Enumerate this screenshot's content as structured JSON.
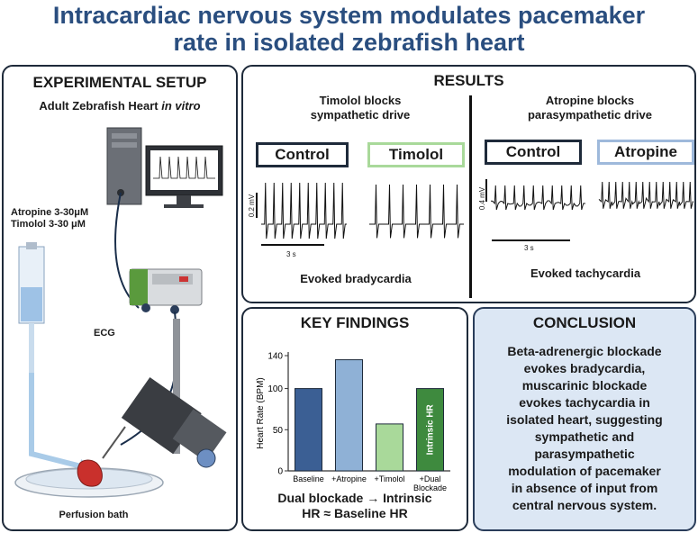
{
  "title_line1": "Intracardiac nervous system modulates pacemaker",
  "title_line2": "rate in isolated zebrafish heart",
  "setup": {
    "header": "EXPERIMENTAL SETUP",
    "subtitle_a": "Adult Zebrafish Heart ",
    "subtitle_b": "in vitro",
    "drug1": "Atropine 3-30μM",
    "drug2": "Timolol 3-30 μM",
    "ecg": "ECG",
    "bath": "Perfusion bath"
  },
  "results": {
    "header": "RESULTS",
    "left_title1": "Timolol blocks",
    "left_title2": "sympathetic drive",
    "right_title1": "Atropine blocks",
    "right_title2": "parasympathetic drive",
    "control": "Control",
    "timolol": "Timolol",
    "atropine": "Atropine",
    "scale_left": "0.2 mV",
    "scale_right": "0.4 mV",
    "time_scale": "3 s",
    "evoked_left": "Evoked bradycardia",
    "evoked_right": "Evoked tachycardia"
  },
  "findings": {
    "header": "KEY FINDINGS",
    "summary1": "Dual blockade → Intrinsic",
    "summary2": "HR ≈ Baseline HR",
    "intrinsic_label": "Intrinsic HR"
  },
  "chart_data": {
    "type": "bar",
    "ylabel": "Heart Rate (BPM)",
    "ylim": [
      0,
      140
    ],
    "yticks": [
      "0",
      "50",
      "100",
      "140"
    ],
    "categories": [
      "Baseline",
      "+Atropine",
      "+Timolol",
      "+Dual Blockade"
    ],
    "values": [
      100,
      135,
      57,
      100
    ],
    "colors": [
      "#3b5f94",
      "#8fb1d6",
      "#a9d99a",
      "#3e8a3e"
    ]
  },
  "conclusion": {
    "header": "CONCLUSION",
    "lines": [
      "Beta-adrenergic blockade",
      "evokes bradycardia,",
      "muscarinic blockade",
      "evokes tachycardia in",
      "isolated heart, suggesting",
      "sympathetic and",
      "parasympathetic",
      "modulation of pacemaker",
      "in absence of input from",
      "central nervous system."
    ]
  }
}
